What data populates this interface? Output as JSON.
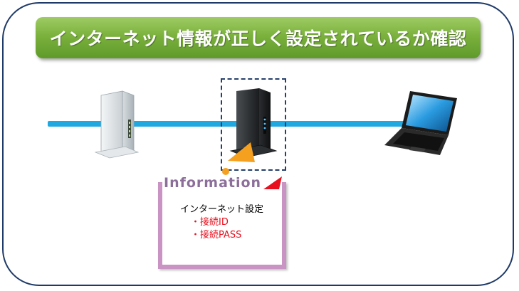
{
  "title": "インターネット情報が正しく設定されているか確認",
  "info_panel": {
    "label": "Information",
    "heading": "インターネット設定",
    "items": [
      "・接続ID",
      "・接続PASS"
    ]
  },
  "colors": {
    "frame": "#1f3a68",
    "banner": "#7bb13d",
    "cable": "#20a8e0",
    "panel_border": "#c994c4",
    "item_text": "#e8101e",
    "callout": "#f5a01e"
  },
  "icons": [
    "modem-icon",
    "router-icon",
    "laptop-icon"
  ]
}
